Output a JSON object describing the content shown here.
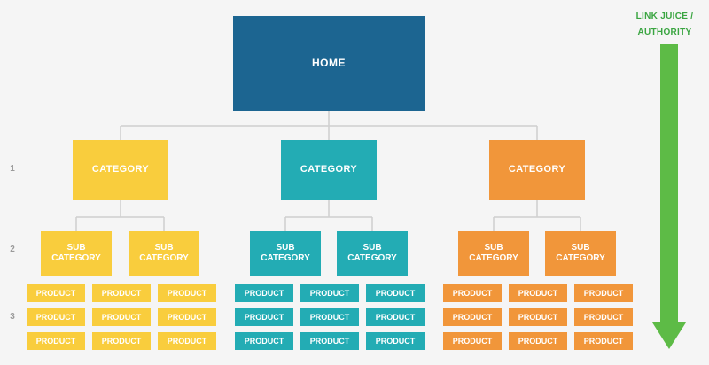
{
  "home": {
    "label": "HOME"
  },
  "levels": [
    "1",
    "2",
    "3"
  ],
  "categories": [
    {
      "label": "CATEGORY",
      "color": "#f9cd3d",
      "subcategories": [
        {
          "line1": "SUB",
          "line2": "CATEGORY"
        },
        {
          "line1": "SUB",
          "line2": "CATEGORY"
        }
      ],
      "products": [
        "PRODUCT",
        "PRODUCT",
        "PRODUCT",
        "PRODUCT",
        "PRODUCT",
        "PRODUCT",
        "PRODUCT",
        "PRODUCT",
        "PRODUCT"
      ]
    },
    {
      "label": "CATEGORY",
      "color": "#23acb4",
      "subcategories": [
        {
          "line1": "SUB",
          "line2": "CATEGORY"
        },
        {
          "line1": "SUB",
          "line2": "CATEGORY"
        }
      ],
      "products": [
        "PRODUCT",
        "PRODUCT",
        "PRODUCT",
        "PRODUCT",
        "PRODUCT",
        "PRODUCT",
        "PRODUCT",
        "PRODUCT",
        "PRODUCT"
      ]
    },
    {
      "label": "CATEGORY",
      "color": "#f1963a",
      "subcategories": [
        {
          "line1": "SUB",
          "line2": "CATEGORY"
        },
        {
          "line1": "SUB",
          "line2": "CATEGORY"
        }
      ],
      "products": [
        "PRODUCT",
        "PRODUCT",
        "PRODUCT",
        "PRODUCT",
        "PRODUCT",
        "PRODUCT",
        "PRODUCT",
        "PRODUCT",
        "PRODUCT"
      ]
    }
  ],
  "arrow": {
    "line1": "LINK JUICE /",
    "line2": "AUTHORITY",
    "color": "#5dbb46"
  },
  "colors": {
    "home": "#1c6591",
    "connector": "#cfcfcf",
    "label_green": "#3aa541"
  }
}
